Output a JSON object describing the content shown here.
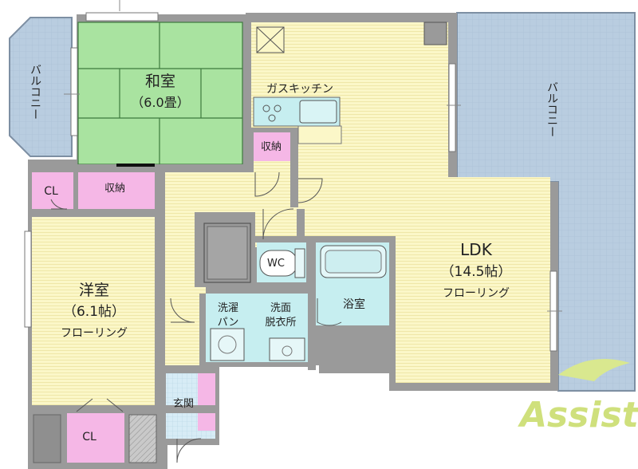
{
  "colors": {
    "wall": "#9a9a9a",
    "floor_wood": "#fbf7c8",
    "floor_line": "#efe7a8",
    "tatami": "#a9e3a0",
    "tatami_line": "#3d7a3d",
    "storage": "#f5b7e6",
    "tile": "#c6eef0",
    "balcony": "#b9cde0",
    "balcony_grid": "#9fb6cc",
    "watermark": "#cfe07c"
  },
  "rooms": {
    "washitsu": {
      "name": "和室",
      "size": "（6.0畳）"
    },
    "youshitsu": {
      "name": "洋室",
      "size": "（6.1帖）",
      "floor": "フローリング"
    },
    "ldk": {
      "name": "LDK",
      "size": "（14.5帖）",
      "floor": "フローリング"
    },
    "kitchen": {
      "name": "ガスキッチン"
    },
    "washroom": {
      "name_1": "洗面",
      "name_2": "脱衣所"
    },
    "washer": {
      "name_1": "洗濯",
      "name_2": "パン"
    },
    "bath": {
      "name": "浴室"
    },
    "wc": {
      "name": "WC"
    },
    "entrance": {
      "name": "玄関"
    }
  },
  "storage": {
    "cl_top": "CL",
    "shuno_washitsu": "収納",
    "shuno_kitchen": "収納",
    "cl_bottom": "CL"
  },
  "balconies": {
    "left": "バルコニー",
    "right": "バルコニー"
  },
  "watermark": {
    "text": "Assist"
  }
}
